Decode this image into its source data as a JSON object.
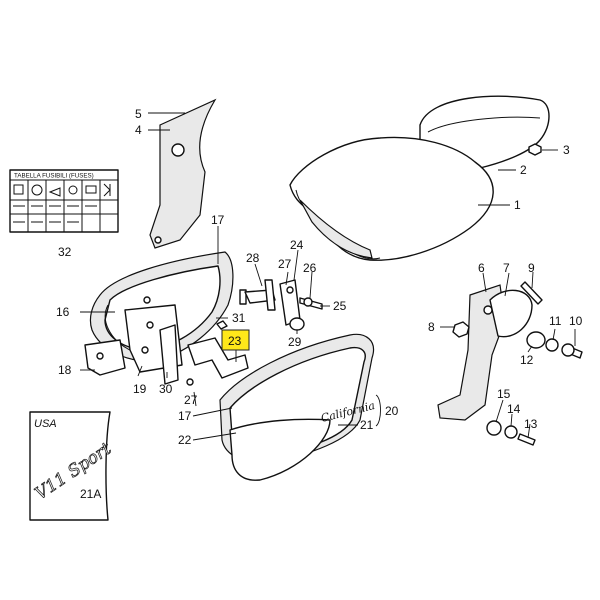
{
  "fuse_label": {
    "title": "TABELLA FUSIBILI (FUSES)"
  },
  "callouts": {
    "c1": "1",
    "c2": "2",
    "c3": "3",
    "c4": "4",
    "c5": "5",
    "c6": "6",
    "c7": "7",
    "c8": "8",
    "c9": "9",
    "c10": "10",
    "c11": "11",
    "c12": "12",
    "c13": "13",
    "c14": "14",
    "c15": "15",
    "c16": "16",
    "c17a": "17",
    "c17b": "17",
    "c18": "18",
    "c19": "19",
    "c20": "20",
    "c21": "21",
    "c21a": "21A",
    "c22": "22",
    "c23": "23",
    "c24": "24",
    "c25": "25",
    "c26": "26",
    "c27a": "27",
    "c27b": "27",
    "c28": "28",
    "c29": "29",
    "c30": "30",
    "c31": "31",
    "c32": "32"
  },
  "usa_panel": {
    "label": "USA",
    "logo_text": "V11 Sport"
  },
  "side_badge": {
    "text": "California"
  },
  "highlight": {
    "part": "23",
    "color": "#ffe81a"
  }
}
